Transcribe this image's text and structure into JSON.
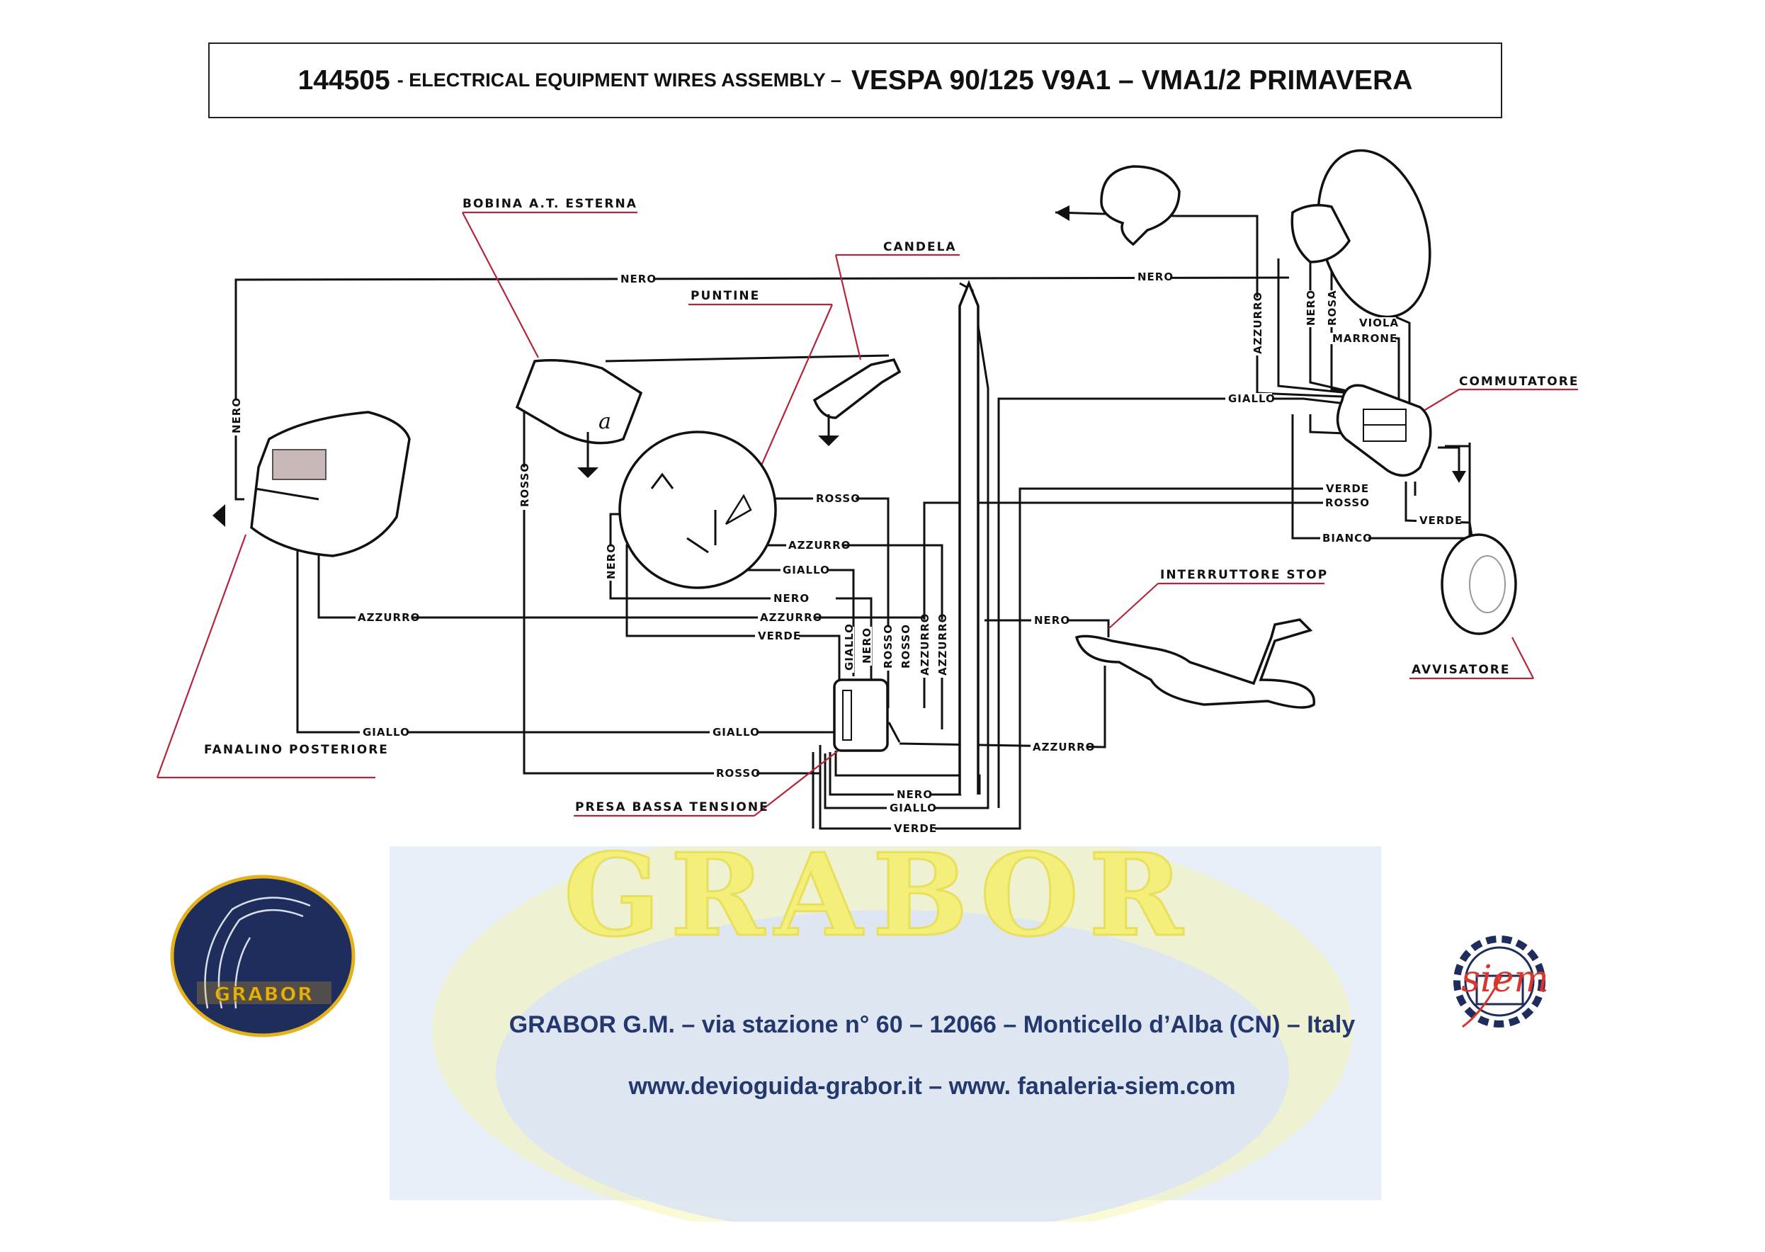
{
  "title": {
    "code": "144505",
    "subtitle": "- ELECTRICAL EQUIPMENT WIRES ASSEMBLY –",
    "model": "VESPA 90/125 V9A1 – VMA1/2 PRIMAVERA"
  },
  "components": {
    "bobina": "BOBINA A.T. ESTERNA",
    "candela": "CANDELA",
    "puntine": "PUNTINE",
    "commutatore": "COMMUTATORE",
    "interruttore_stop": "INTERRUTTORE STOP",
    "avvisatore": "AVVISATORE",
    "fanalino": "FANALINO POSTERIORE",
    "presa": "PRESA BASSA TENSIONE"
  },
  "wires": {
    "nero_top_left": "NERO",
    "nero_top_right": "NERO",
    "nero_left_vertical": "NERO",
    "rosso_vertical": "ROSSO",
    "nero_magneto": "NERO",
    "rosso_magneto": "ROSSO",
    "azzurro_magneto": "AZZURRO",
    "giallo_magneto": "GIALLO",
    "nero_mid": "NERO",
    "azzurro_mid": "AZZURRO",
    "verde_mid": "VERDE",
    "azzurro_left": "AZZURRO",
    "giallo_left": "GIALLO",
    "giallo_presa": "GIALLO",
    "rosso_presa": "ROSSO",
    "v_giallo": "GIALLO",
    "v_nero": "NERO",
    "v_rosso1": "ROSSO",
    "v_rosso2": "ROSSO",
    "v_azzurro1": "AZZURRO",
    "v_azzurro2": "AZZURRO",
    "nero_bottom": "NERO",
    "giallo_bottom": "GIALLO",
    "verde_bottom": "VERDE",
    "nero_stop": "NERO",
    "azzurro_stop": "AZZURRO",
    "azzurro_headlamp": "AZZURRO",
    "nero_headlamp": "NERO",
    "rosa_headlamp": "ROSA",
    "viola": "VIOLA",
    "marrone": "MARRONE",
    "giallo_comm": "GIALLO",
    "verde_comm": "VERDE",
    "rosso_comm": "ROSSO",
    "bianco_comm": "BIANCO",
    "verde_horn": "VERDE"
  },
  "logos": {
    "grabor_name": "GRABOR",
    "siem_name": "siem",
    "watermark_text": "GRABOR"
  },
  "footer": {
    "address": "GRABOR G.M.   –  via stazione n° 60   –   12066 –  Monticello d’Alba  (CN) – Italy",
    "websites": "www.devioguida-grabor.it – www. fanaleria-siem.com"
  },
  "colors": {
    "footer_text": "#24386e",
    "leader_lines": "#b3263a",
    "logo_navy": "#1f2d5c",
    "logo_gold": "#e3b11c",
    "watermark_yellow": "#f4ef8a",
    "watermark_blue": "#dbe6f3"
  }
}
